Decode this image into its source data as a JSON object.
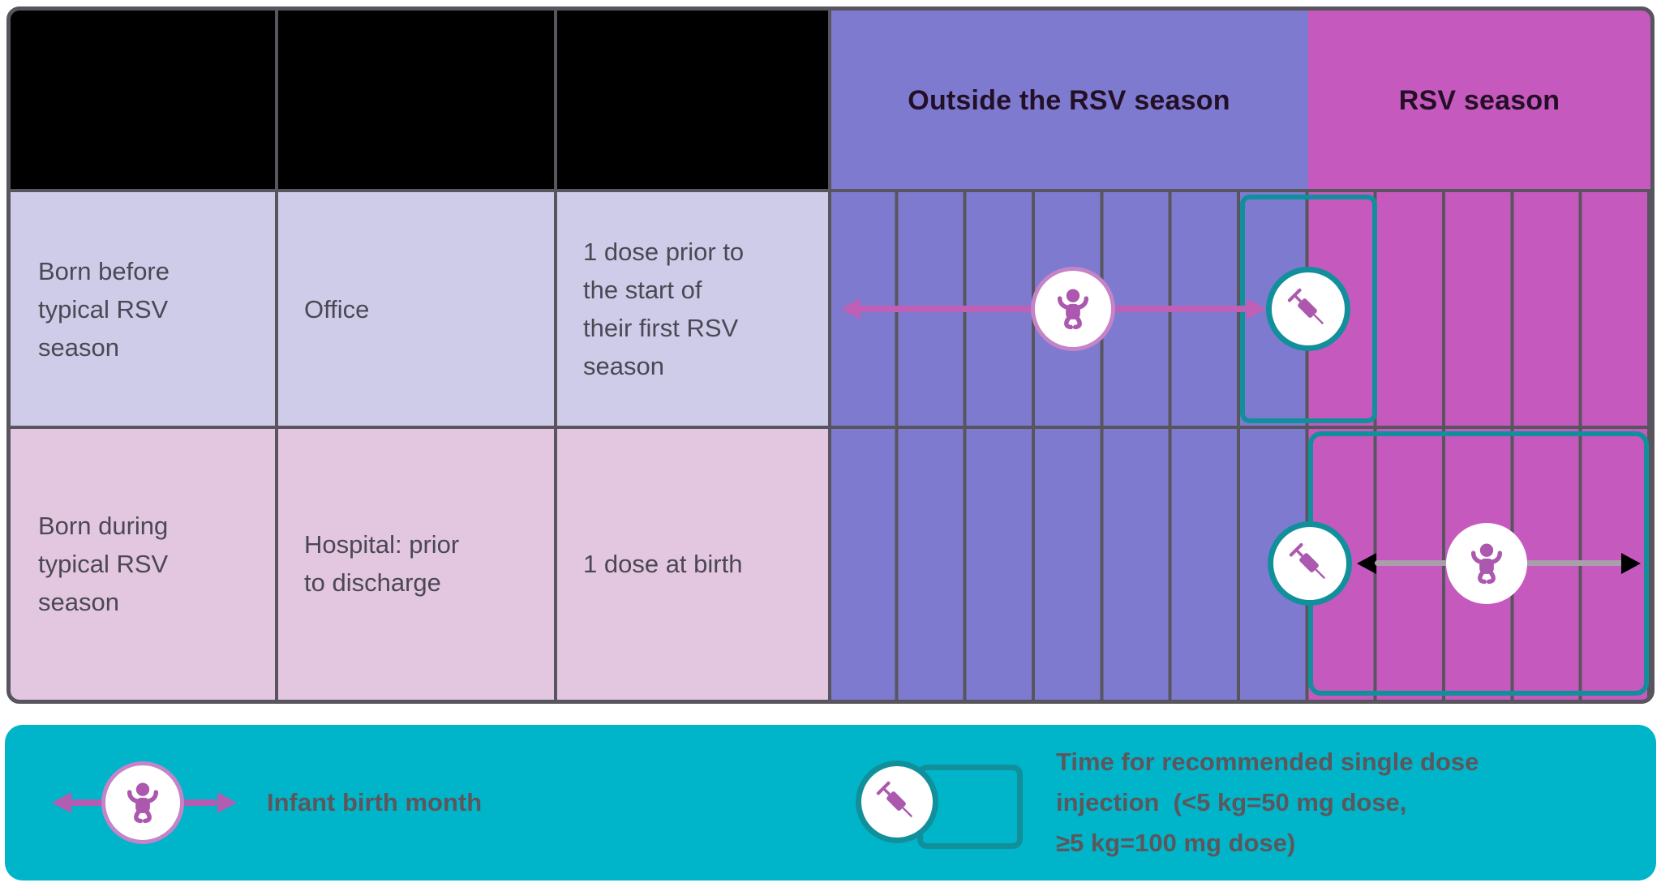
{
  "header": {
    "outside_label": "Outside the RSV season",
    "rsv_label": "RSV season"
  },
  "rows": [
    {
      "birth_timing": "Born before\ntypical RSV\nseason",
      "location": "Office",
      "dosing": "1 dose prior to\nthe start of\ntheir first RSV\nseason"
    },
    {
      "birth_timing": "Born during\ntypical RSV\nseason",
      "location": "Hospital: prior\nto discharge",
      "dosing": "1 dose at birth"
    }
  ],
  "timeline": {
    "months_total": 12,
    "outside_season_months": 7,
    "rsv_season_months": 5,
    "row1_birth_month": 4,
    "row1_injection_at_month_boundary": "7/8 (start of RSV season)",
    "row1_highlight_months": "7-8",
    "row2_injection_at_month_boundary": "7/8 (start of RSV season)",
    "row2_birth_month": 10,
    "row2_highlight_months": "8-12"
  },
  "legend": {
    "infant_label": "Infant birth month",
    "injection_label": "Time for recommended single dose\ninjection  (<5 kg=50 mg dose,\n≥5 kg=100 mg dose)"
  },
  "colors": {
    "outside_season_purple": "#7d7ad0",
    "rsv_season_magenta": "#c659bd",
    "row1_lavender": "#cfccea",
    "row2_pink": "#e3c7e1",
    "grid_line_gray": "#58555e",
    "header_black": "#000000",
    "teal_highlight": "#11909c",
    "legend_background": "#00b5c9",
    "arrow_pink": "#c05fb6",
    "arrow_gray": "#a89fab",
    "icon_orchid": "#ab58ae",
    "icon_ring_pink": "#c583c8",
    "cell_text": "#4b4854",
    "legend_text": "#5c575d",
    "header_text": "#231026"
  }
}
